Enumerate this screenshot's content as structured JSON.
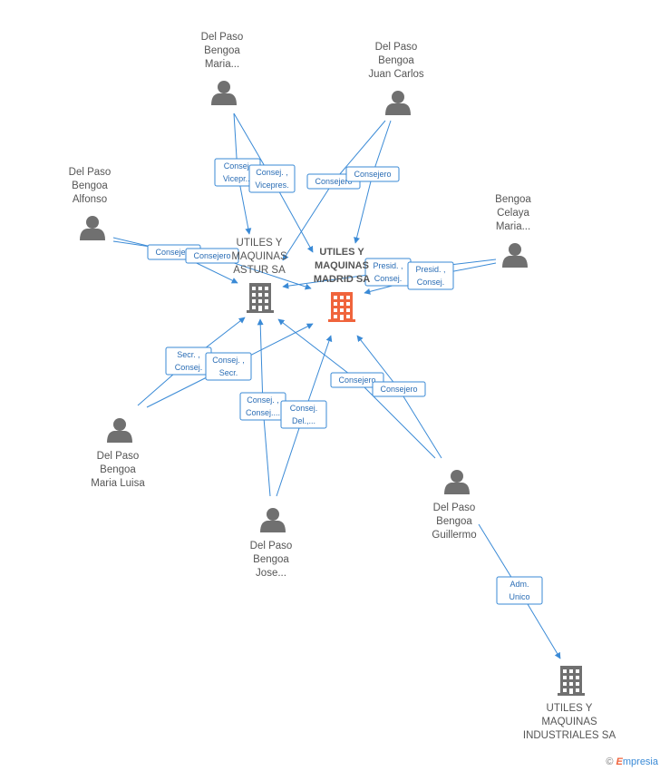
{
  "nodes": [
    {
      "id": "p_maria",
      "type": "person",
      "lines": [
        "Del Paso",
        "Bengoa",
        "Maria..."
      ]
    },
    {
      "id": "p_juancarlos",
      "type": "person",
      "lines": [
        "Del Paso",
        "Bengoa",
        "Juan Carlos"
      ]
    },
    {
      "id": "p_alfonso",
      "type": "person",
      "lines": [
        "Del Paso",
        "Bengoa",
        "Alfonso"
      ]
    },
    {
      "id": "p_celaya",
      "type": "person",
      "lines": [
        "Bengoa",
        "Celaya",
        "Maria..."
      ]
    },
    {
      "id": "p_marialuisa",
      "type": "person",
      "lines": [
        "Del Paso",
        "Bengoa",
        "Maria Luisa"
      ]
    },
    {
      "id": "p_jose",
      "type": "person",
      "lines": [
        "Del Paso",
        "Bengoa",
        "Jose..."
      ]
    },
    {
      "id": "p_guillermo",
      "type": "person",
      "lines": [
        "Del Paso",
        "Bengoa",
        "Guillermo"
      ]
    },
    {
      "id": "c_astur",
      "type": "company",
      "lines": [
        "UTILES Y",
        "MAQUINAS",
        "ASTUR SA"
      ]
    },
    {
      "id": "c_madrid",
      "type": "company-focus",
      "lines": [
        "UTILES Y",
        "MAQUINAS",
        "MADRID SA"
      ]
    },
    {
      "id": "c_industriales",
      "type": "company",
      "lines": [
        "UTILES Y",
        "MAQUINAS",
        "INDUSTRIALES SA"
      ]
    }
  ],
  "relations": [
    {
      "from": "p_maria",
      "to": "c_astur",
      "lines": [
        "Consej.",
        "Vicepr..."
      ]
    },
    {
      "from": "p_maria",
      "to": "c_madrid",
      "lines": [
        "Consej. ,",
        "Vicepres."
      ]
    },
    {
      "from": "p_juancarlos",
      "to": "c_astur",
      "lines": [
        "Consejero"
      ]
    },
    {
      "from": "p_juancarlos",
      "to": "c_madrid",
      "lines": [
        "Consejero"
      ]
    },
    {
      "from": "p_alfonso",
      "to": "c_astur",
      "lines": [
        "Consejero"
      ]
    },
    {
      "from": "p_alfonso",
      "to": "c_madrid",
      "lines": [
        "Consejero"
      ]
    },
    {
      "from": "p_celaya",
      "to": "c_astur",
      "lines": [
        "Presid. ,",
        "Consej."
      ]
    },
    {
      "from": "p_celaya",
      "to": "c_madrid",
      "lines": [
        "Presid. ,",
        "Consej."
      ]
    },
    {
      "from": "p_marialuisa",
      "to": "c_astur",
      "lines": [
        "Secr. ,",
        "Consej."
      ]
    },
    {
      "from": "p_marialuisa",
      "to": "c_madrid",
      "lines": [
        "Consej. ,",
        "Secr."
      ]
    },
    {
      "from": "p_jose",
      "to": "c_astur",
      "lines": [
        "Consej. ,",
        "Consej...."
      ]
    },
    {
      "from": "p_jose",
      "to": "c_madrid",
      "lines": [
        "Consej.",
        "Del.,..."
      ]
    },
    {
      "from": "p_guillermo",
      "to": "c_astur",
      "lines": [
        "Consejero"
      ]
    },
    {
      "from": "p_guillermo",
      "to": "c_madrid",
      "lines": [
        "Consejero"
      ]
    },
    {
      "from": "p_guillermo",
      "to": "c_industriales",
      "lines": [
        "Adm.",
        "Unico"
      ]
    }
  ],
  "brand": {
    "copyright": "©",
    "e": "E",
    "name": "mpresia"
  }
}
